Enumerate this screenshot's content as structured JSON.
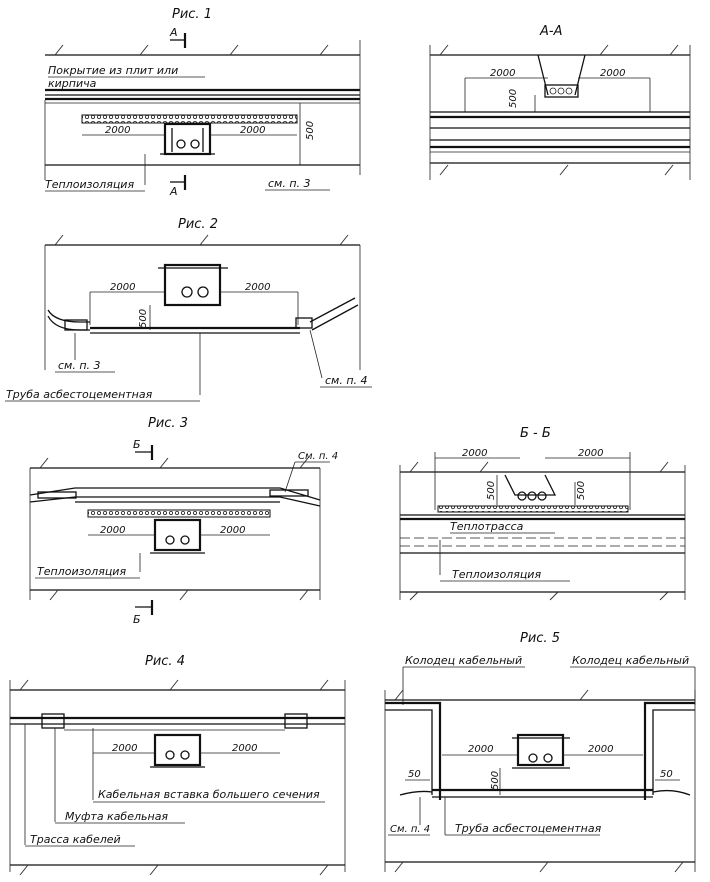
{
  "fig1": {
    "title": "Рис. 1",
    "section_mark": "А",
    "pavement_label_1": "Покрытие из плит или",
    "pavement_label_2": "кирпича",
    "dim_left": "2000",
    "dim_right": "2000",
    "dim_vert": "500",
    "insulation": "Теплоизоляция",
    "ref": "см. п. 3"
  },
  "figAA": {
    "title": "А-А",
    "dim_left": "2000",
    "dim_right": "2000",
    "dim_vert": "500"
  },
  "fig2": {
    "title": "Рис. 2",
    "dim_left": "2000",
    "dim_right": "2000",
    "dim_vert": "500",
    "ref_left": "см. п. 3",
    "ref_right": "см. п. 4",
    "pipe": "Труба асбестоцементная"
  },
  "fig3": {
    "title": "Рис. 3",
    "section_mark": "Б",
    "ref": "См. п. 4",
    "dim_left": "2000",
    "dim_right": "2000",
    "insulation": "Теплоизоляция"
  },
  "figBB": {
    "title": "Б - Б",
    "dim_left": "2000",
    "dim_right": "2000",
    "dim_vert_left": "500",
    "dim_vert_right": "500",
    "heat_line": "Теплотрасса",
    "insulation": "Теплоизоляция"
  },
  "fig4": {
    "title": "Рис. 4",
    "dim_left": "2000",
    "dim_right": "2000",
    "insert": "Кабельная вставка большего сечения",
    "coupling": "Муфта кабельная",
    "route": "Трасса кабелей"
  },
  "fig5": {
    "title": "Рис. 5",
    "well_left": "Колодец кабельный",
    "well_right": "Колодец кабельный",
    "dim_left": "2000",
    "dim_right": "2000",
    "dim_50_left": "50",
    "dim_50_right": "50",
    "dim_vert": "500",
    "ref": "См. п. 4",
    "pipe": "Труба асбестоцементная"
  }
}
